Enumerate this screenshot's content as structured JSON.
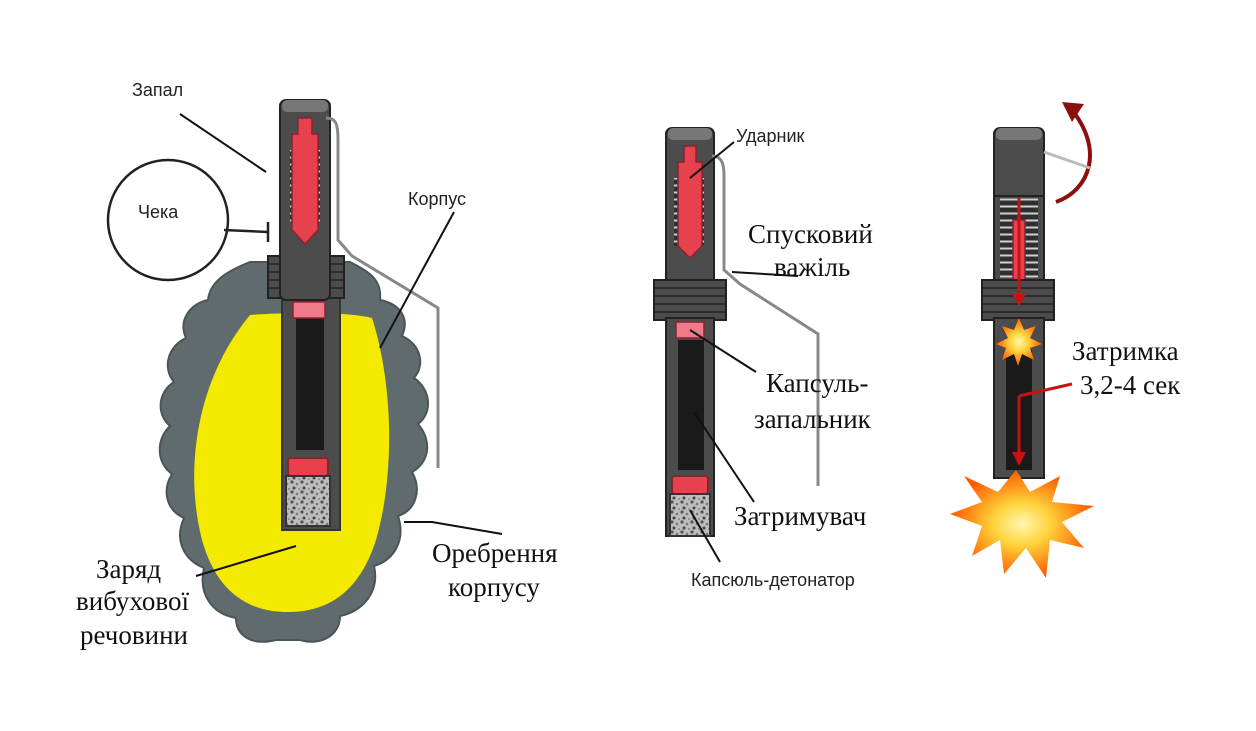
{
  "labels": {
    "fuse": "Запал",
    "pin": "Чека",
    "body": "Корпус",
    "charge": [
      "Заряд",
      "вибухової",
      "речовини"
    ],
    "ribbing": [
      "Оребрення",
      "корпусу"
    ],
    "striker": "Ударник",
    "lever": [
      "Спусковий",
      "важіль"
    ],
    "primer": [
      "Капсуль-",
      "запальник"
    ],
    "delay_element": "Затримувач",
    "detonator": "Капсюль-детонатор",
    "delay_time": [
      "Затримка",
      "3,2-4 сек"
    ]
  },
  "colors": {
    "body_shell": "#5f6b6d",
    "explosive": "#f3ea00",
    "fuse_metal": "#4c4c4c",
    "striker_red": "#e8414e",
    "primer_pink": "#f07a8a",
    "delay_black": "#1a1a1a",
    "arrow_red": "#c41414",
    "flash_orange": "#ff8a00",
    "flash_yellow": "#ffe14a"
  }
}
